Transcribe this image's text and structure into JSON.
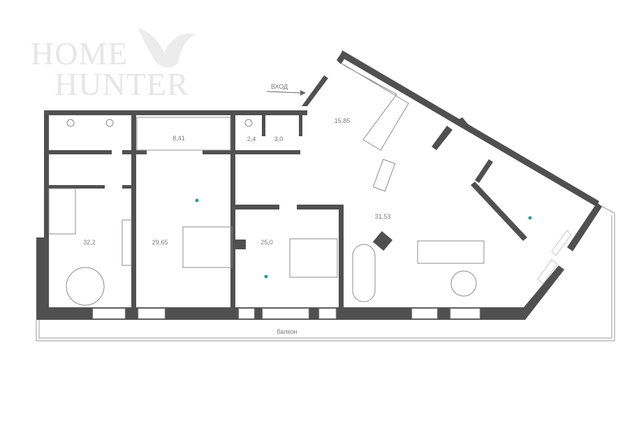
{
  "logo": {
    "line1": "HOME",
    "line2": "HUNTER"
  },
  "entrance_label": "ВХОД",
  "balcony_label": "балкон",
  "rooms": [
    {
      "id": "hall",
      "area": "15,85"
    },
    {
      "id": "wardrobe",
      "area": "8,41"
    },
    {
      "id": "wc",
      "area": "2,4"
    },
    {
      "id": "storage",
      "area": "3,0"
    },
    {
      "id": "living-kitchen",
      "area": "31,53"
    },
    {
      "id": "bathroom",
      "area": "32,2"
    },
    {
      "id": "master-bedroom",
      "area": "29,65"
    },
    {
      "id": "bedroom",
      "area": "25,0"
    }
  ],
  "colors": {
    "wall": "#505050",
    "accent": "#2a9d8f",
    "logo": "#e6e6e6"
  }
}
